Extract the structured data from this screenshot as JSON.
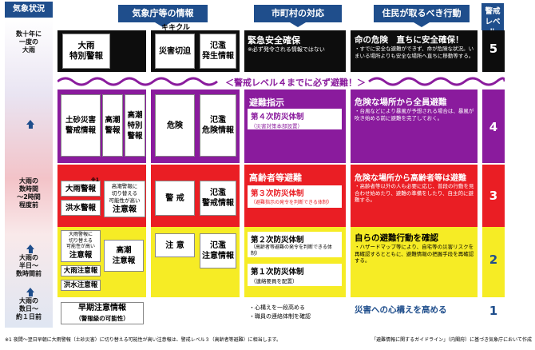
{
  "headers": {
    "situation": "気象状況",
    "jma": "気象庁等の情報",
    "kikikuru": "キキクル",
    "municipality": "市町村の対応",
    "residents": "住民が取るべき行動",
    "level": "警戒\nレベル"
  },
  "left_labels": {
    "l5": "数十年に\n一度の\n大雨",
    "l3": "大雨の\n数時間\n～2時間\n程度前",
    "l2": "大雨の\n半日～\n数時間前",
    "l1": "大雨の\n数日～\n約１日前"
  },
  "banner": "＜警戒レベル４までに必ず避難！＞",
  "level5": {
    "jma": "大雨\n特別警報",
    "kikikuru": "災害切迫",
    "flood": "氾濫\n発生情報",
    "mun_title": "緊急安全確保",
    "mun_note": "※必ず発令される情報ではない",
    "res_title": "命の危険　直ちに安全確保！",
    "res_desc": "・すでに安全な避難ができず、命が危険な状況。いまいる場所よりも安全な場所へ直ちに移動等する。",
    "level": "5"
  },
  "level4": {
    "dosha": "土砂災害\n警戒情報",
    "takashio": "高潮\n警報",
    "takashio_sp": "高潮\n特別\n警報",
    "kikikuru": "危険",
    "flood": "氾濫\n危険情報",
    "mun_title": "避難指示",
    "mun_sys": "第４次防災体制",
    "mun_sys_note": "（災害対策本部設置）",
    "res_title": "危険な場所から全員避難",
    "res_desc": "・台風などにより暴風が予想される場合は、暴風が吹き始める前に避難を完了しておく。",
    "level": "4"
  },
  "level3": {
    "ooame": "大雨警報",
    "ooame_note": "※1",
    "kouzui": "洪水警報",
    "takashio_note": "高潮警報に\n切り替える\n可能性が高い",
    "takashio": "注意報",
    "kikikuru": "警 戒",
    "flood": "氾濫\n警戒情報",
    "mun_title": "高齢者等避難",
    "mun_sys": "第３次防災体制",
    "mun_sys_note": "（避難指示の発令を判断できる体制）",
    "res_title": "危険な場所から高齢者等は避難",
    "res_desc": "・高齢者等以外の人も必要に応じ、普段の行動を見合わせ始めたり、避難の準備をしたり、自主的に避難する。",
    "level": "3"
  },
  "level2": {
    "keihou_note": "大雨警報に\n切り替える\n可能性が高い",
    "keihou": "注意報",
    "takashio": "高潮\n注意報",
    "ooame": "大雨注意報",
    "kouzui": "洪水注意報",
    "kikikuru": "注 意",
    "flood": "氾濫\n注意情報",
    "mun_sys2": "第２次防災体制",
    "mun_sys2_note": "（高齢者等避難の発令を判断できる体制）",
    "mun_sys1": "第１次防災体制",
    "mun_sys1_note": "（連絡要員を配置）",
    "res_title": "自らの避難行動を確認",
    "res_desc": "・ハザードマップ等により、自宅等の災害リスクを再確認するとともに、避難情報の把握手段を再確認する。",
    "level": "2"
  },
  "level1": {
    "jma": "早期注意情報",
    "jma_note": "（警報級の可能性）",
    "mun_items": [
      "・心構えを一段高める",
      "・職員の連絡体制を確認"
    ],
    "res_title": "災害への心構えを高める",
    "level": "1"
  },
  "footer": {
    "note": "※1 夜間～翌日早朝に大雨警報（土砂災害）に切り替える可能性が高い注意報は、警戒レベル３（高齢者等避難）に相当します。",
    "source": "「避難情報に関するガイドライン」（内閣府）に基づき気象庁において作成"
  },
  "colors": {
    "level5": "#0d0d0d",
    "level4": "#8a1b9d",
    "level3": "#ea1e24",
    "level2": "#f6ec25",
    "header": "#1f4e8c"
  }
}
